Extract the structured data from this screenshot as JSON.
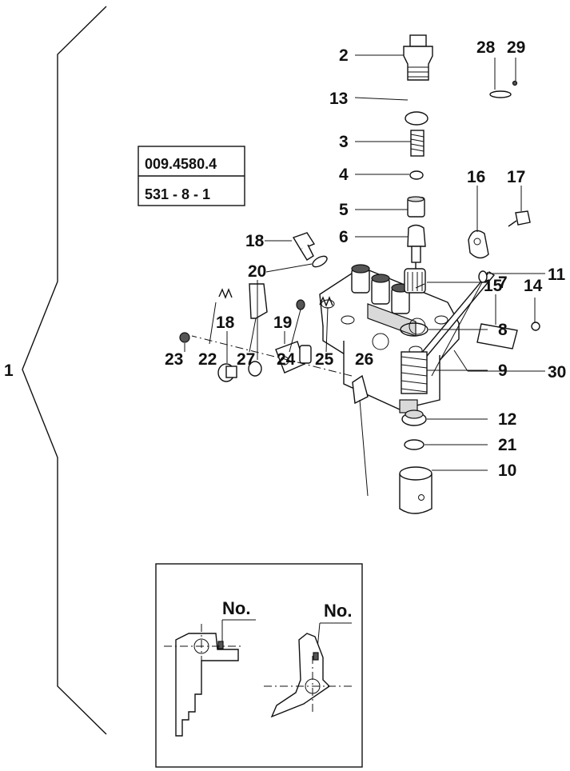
{
  "reference_box": {
    "line1": "009.4580.4",
    "line2": "531 - 8 - 1"
  },
  "detail_labels": {
    "left": "No.",
    "right": "No."
  },
  "callouts": {
    "c1": "1",
    "c2": "2",
    "c3": "3",
    "c4": "4",
    "c5": "5",
    "c6": "6",
    "c7": "7",
    "c8": "8",
    "c9": "9",
    "c10": "10",
    "c11": "11",
    "c12": "12",
    "c13": "13",
    "c14": "14",
    "c15": "15",
    "c16": "16",
    "c17": "17",
    "c18a": "18",
    "c18b": "18",
    "c19": "19",
    "c20": "20",
    "c21": "21",
    "c22": "22",
    "c23": "23",
    "c24": "24",
    "c25": "25",
    "c26": "26",
    "c27": "27",
    "c28": "28",
    "c29": "29",
    "c30": "30"
  }
}
